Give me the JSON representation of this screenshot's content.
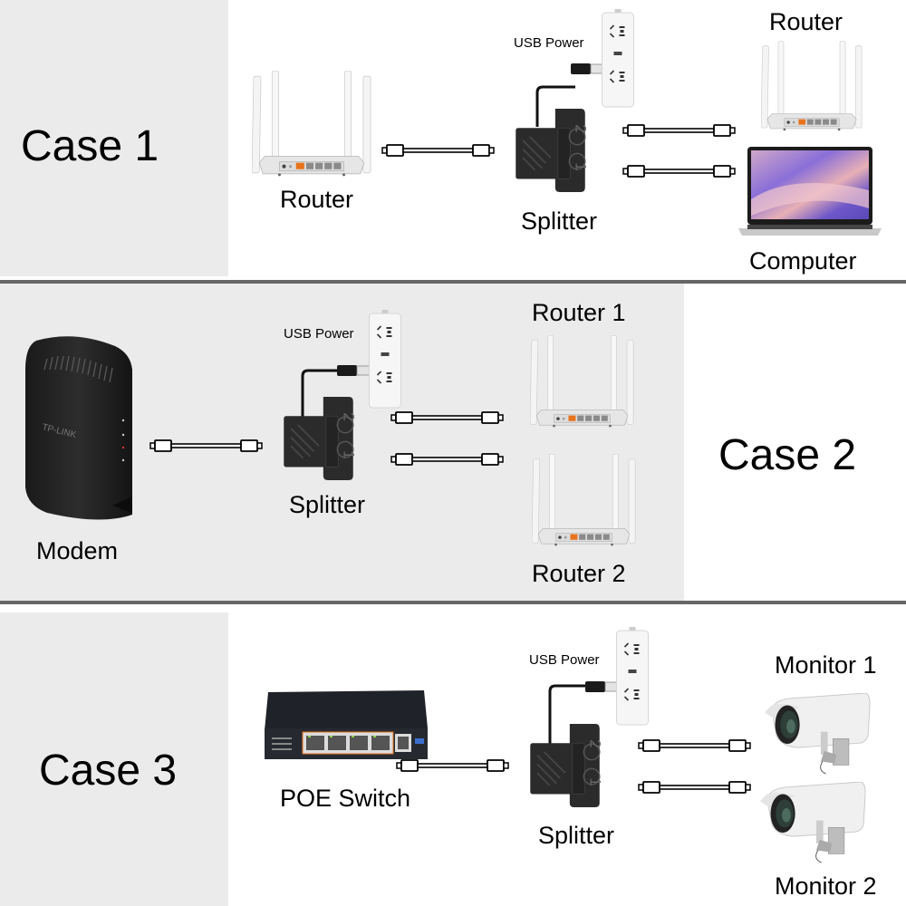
{
  "colors": {
    "panel_grey": "#ebebeb",
    "divider": "#666666",
    "splitter_body": "#2b2b2b",
    "router_white": "#f2f2f2",
    "port_orange": "#e8731c"
  },
  "cases": [
    {
      "title": "Case 1",
      "labels": {
        "source": "Router",
        "splitter": "Splitter",
        "usb_power": "USB Power",
        "dest1": "Router",
        "dest2": "Computer"
      },
      "icons": [
        "router-icon",
        "splitter-icon",
        "power-strip-icon",
        "router-icon",
        "laptop-icon"
      ]
    },
    {
      "title": "Case 2",
      "labels": {
        "source": "Modem",
        "splitter": "Splitter",
        "usb_power": "USB Power",
        "dest1": "Router 1",
        "dest2": "Router 2"
      },
      "icons": [
        "modem-icon",
        "splitter-icon",
        "power-strip-icon",
        "router-icon",
        "router-icon"
      ]
    },
    {
      "title": "Case 3",
      "labels": {
        "source": "POE Switch",
        "splitter": "Splitter",
        "usb_power": "USB Power",
        "dest1": "Monitor 1",
        "dest2": "Monitor 2"
      },
      "icons": [
        "poe-switch-icon",
        "splitter-icon",
        "power-strip-icon",
        "camera-icon",
        "camera-icon"
      ]
    }
  ],
  "splitter_ports": [
    "2",
    "1"
  ],
  "modem_brand": "TP-LINK"
}
